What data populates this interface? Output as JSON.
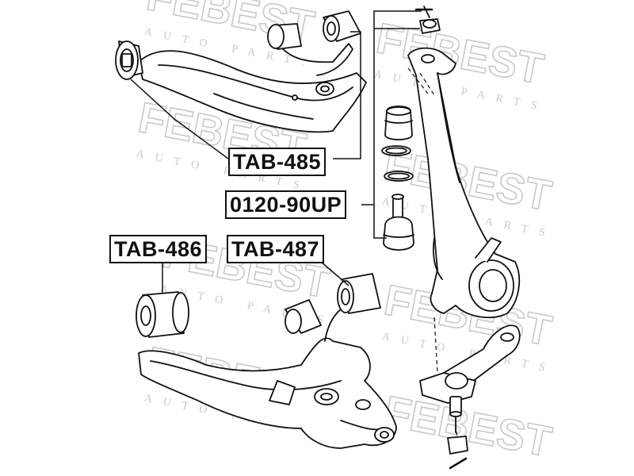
{
  "watermark": {
    "brand": "FEBEST",
    "tagline": "AUTO PARTS"
  },
  "callouts": {
    "tab485": "TAB-485",
    "up0120": "0120-90UP",
    "tab486": "TAB-486",
    "tab487": "TAB-487"
  },
  "colors": {
    "line": "#111111",
    "watermark": "#c9c9c9"
  }
}
